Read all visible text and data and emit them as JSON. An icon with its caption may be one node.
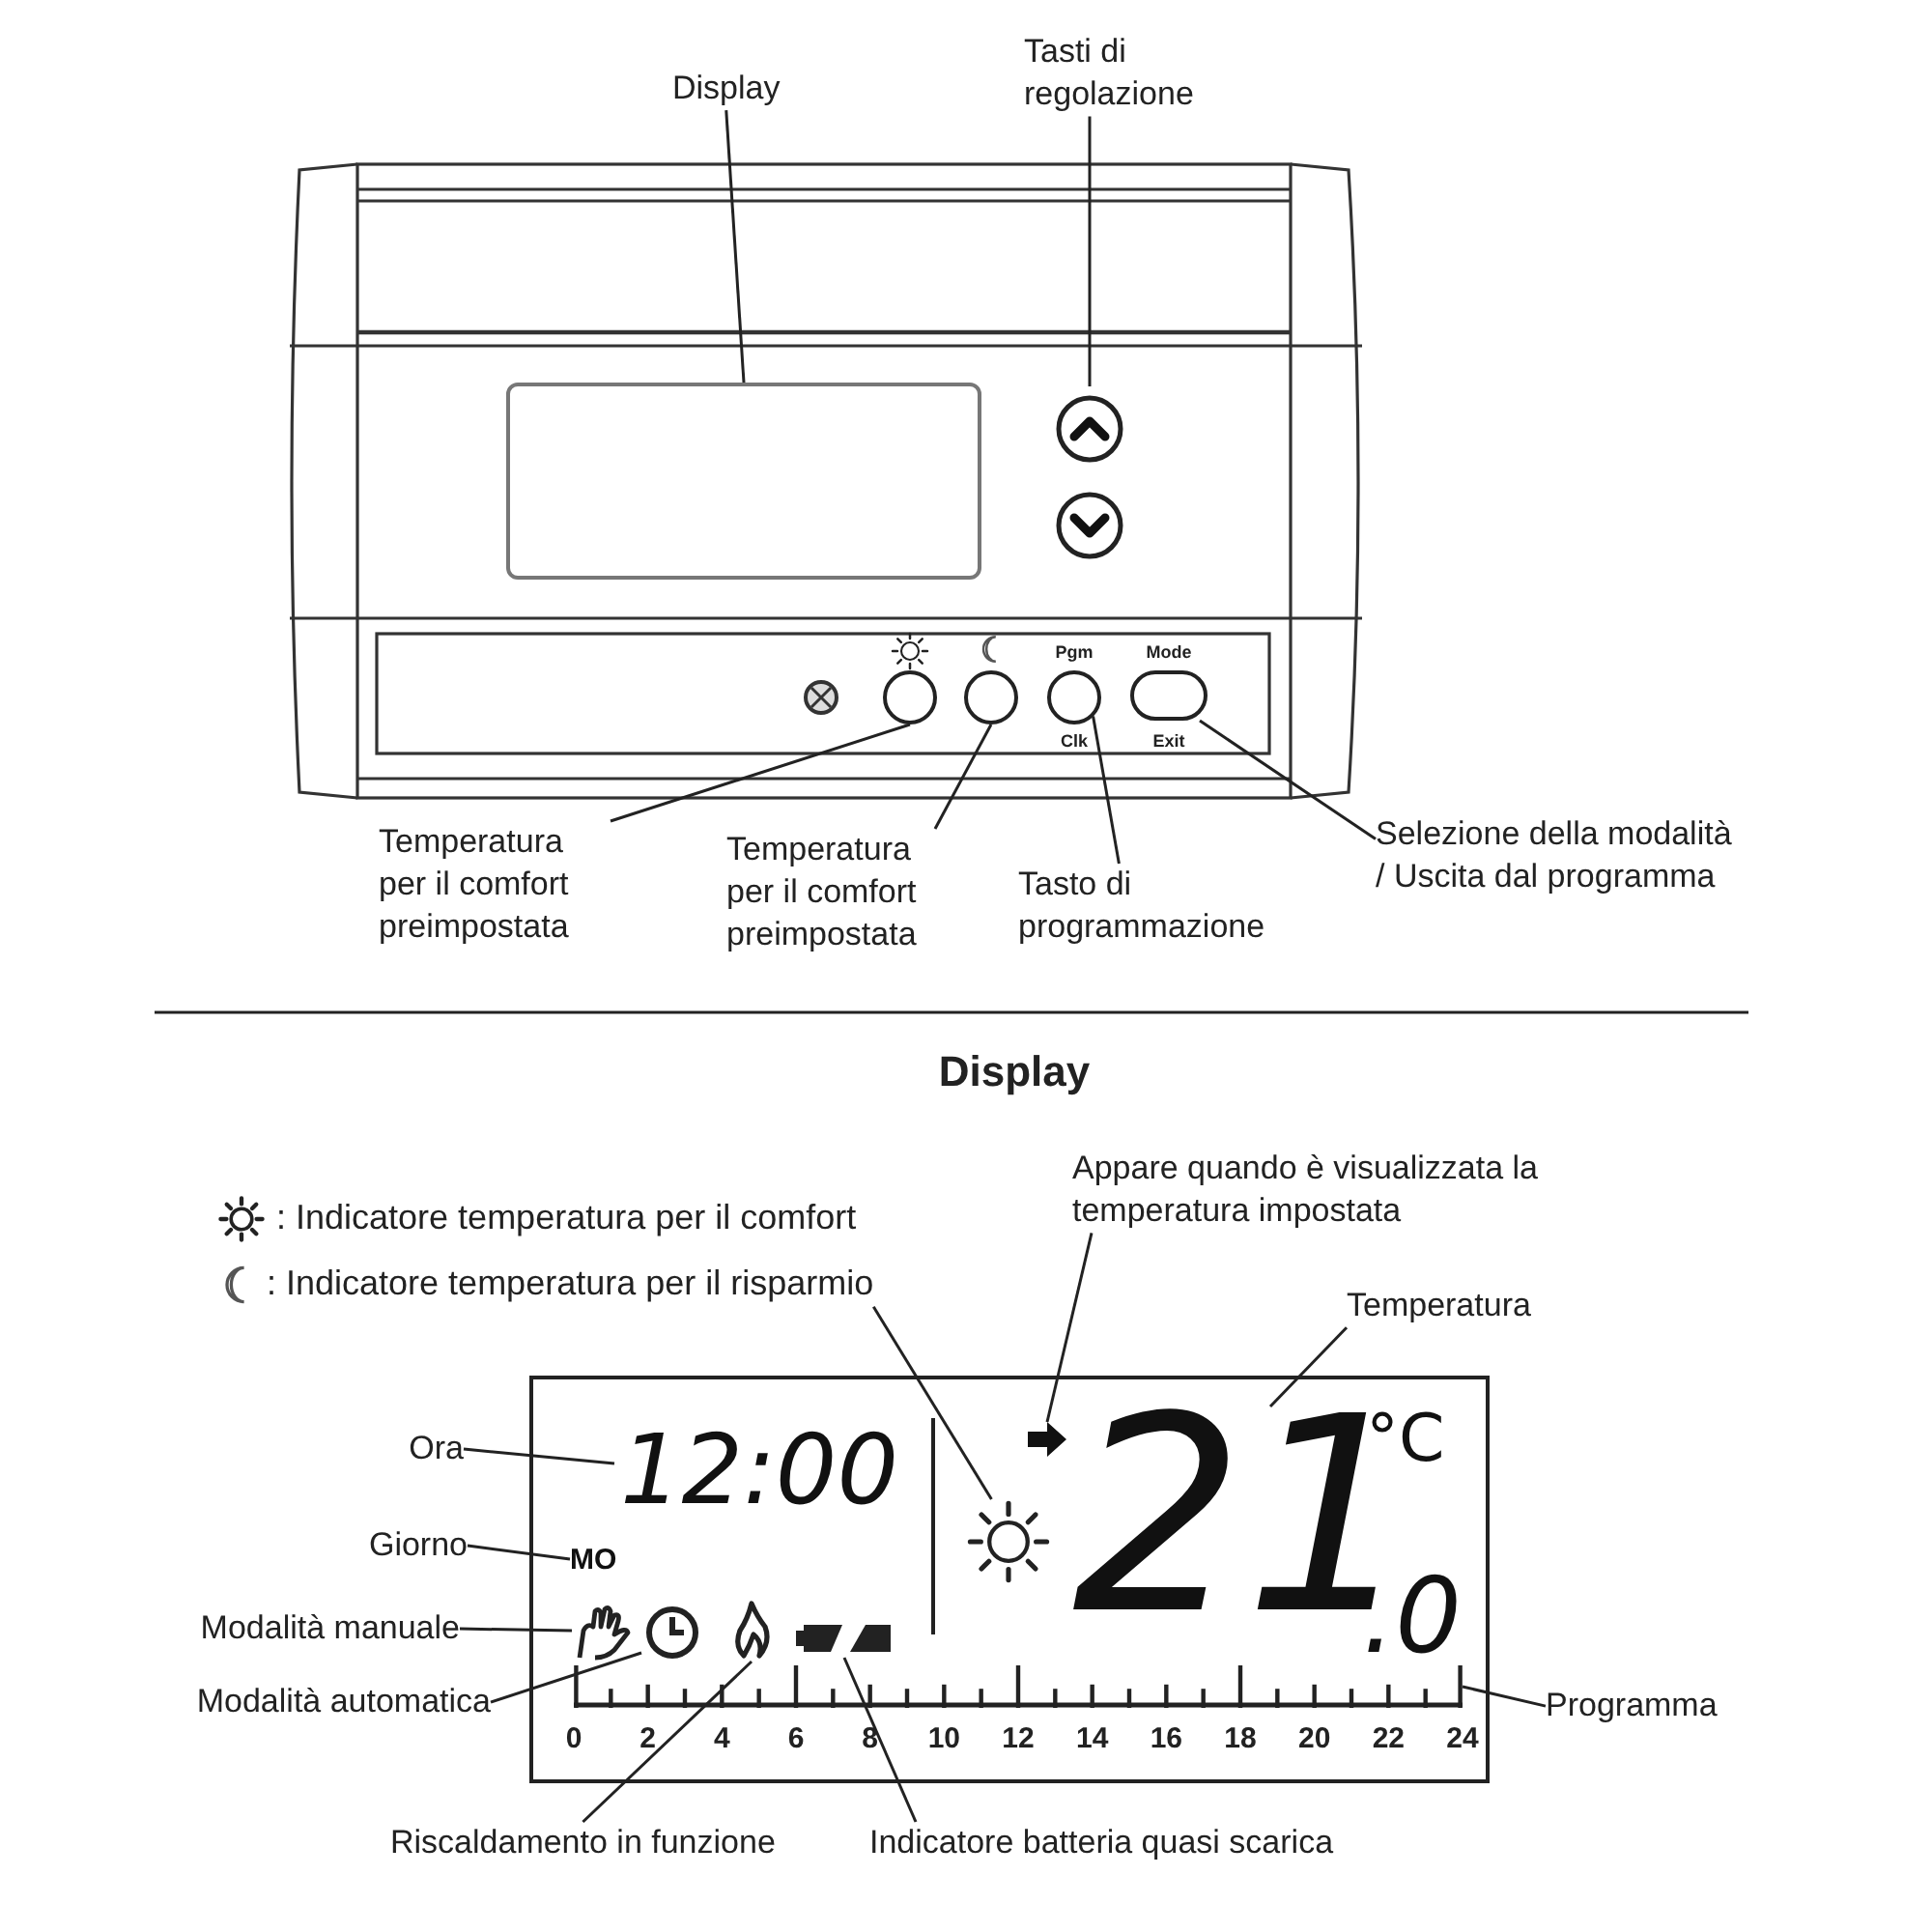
{
  "diagram": {
    "nodes": [
      {
        "text": [
          "Display"
        ]
      },
      {
        "text": [],
        "shape": "box"
      },
      {
        "text": [
          "Tasti di regolazione"
        ]
      },
      {
        "text": [],
        "shape": "circle"
      },
      {
        "text": [],
        "shape": "circle"
      },
      {
        "text": [],
        "shape": "circle"
      },
      {
        "text": [],
        "shape": "circle"
      },
      {
        "text": [],
        "shape": "circle",
        "beside": [
          "Pgm",
          "Clk"
        ]
      },
      {
        "text": [],
        "shape": "ellipse",
        "beside": [
          "Mode",
          "Exit"
        ]
      },
      {
        "text": [
          "Temperatura per il comfort preimpostata"
        ]
      },
      {
        "text": [
          "Temperatura per il comfort preimpostata"
        ]
      },
      {
        "text": [
          "Tasto di programmazione"
        ]
      },
      {
        "text": [
          "Selezione della modalità / Uscita dal programma"
        ]
      },
      {
        "text": [
          ": Indicatore temperatura per il comfort"
        ]
      },
      {
        "text": [
          ": Indicatore temperatura per il risparmio"
        ]
      },
      {
        "text": [
          "Appare quando è visualizzata la temperatura impostata"
        ]
      },
      {
        "text": [
          "Temperatura"
        ]
      },
      {
        "text": [
          "Ora"
        ]
      },
      {
        "text": [
          "Giorno"
        ]
      },
      {
        "text": [
          "Modalità manuale"
        ]
      },
      {
        "text": [
          "Modalità automatica"
        ]
      },
      {
        "text": [
          "Riscaldamento in funzione"
        ]
      },
      {
        "text": [
          "Indicatore batteria quasi scarica"
        ]
      },
      {
        "text": [
          "Programma"
        ]
      },
      {
        "text": [
          "12:00"
        ]
      },
      {
        "text": [
          "MO"
        ]
      },
      {
        "text": [],
        "shape": "hand"
      },
      {
        "text": [],
        "shape": "clock"
      },
      {
        "text": [],
        "shape": "flame"
      },
      {
        "text": [],
        "shape": "battery"
      },
      {
        "text": [],
        "shape": "sun"
      },
      {
        "text": [],
        "shape": "arrow"
      },
      {
        "text": [
          "21",
          "°C",
          ".0"
        ]
      },
      {
        "text": [],
        "shape": "bar",
        "beside": [
          "0",
          "2",
          "4",
          "6",
          "8",
          "10",
          "12",
          "14",
          "16",
          "18",
          "20",
          "22",
          "24"
        ]
      }
    ],
    "edges": [
      {
        "from": 0,
        "to": 1,
        "arrow": "none"
      },
      {
        "from": 2,
        "to": 3,
        "arrow": "none"
      },
      {
        "from": 9,
        "to": 5,
        "arrow": "none"
      },
      {
        "from": 10,
        "to": 6,
        "arrow": "none"
      },
      {
        "from": 11,
        "to": 7,
        "arrow": "none"
      },
      {
        "from": 12,
        "to": 8,
        "arrow": "none"
      },
      {
        "from": 14,
        "to": 30,
        "arrow": "none"
      },
      {
        "from": 15,
        "to": 31,
        "arrow": "none"
      },
      {
        "from": 16,
        "to": 32,
        "arrow": "none"
      },
      {
        "from": 17,
        "to": 24,
        "arrow": "none"
      },
      {
        "from": 18,
        "to": 25,
        "arrow": "none"
      },
      {
        "from": 19,
        "to": 26,
        "arrow": "none"
      },
      {
        "from": 20,
        "to": 27,
        "arrow": "none"
      },
      {
        "from": 21,
        "to": 28,
        "arrow": "none"
      },
      {
        "from": 22,
        "to": 29,
        "arrow": "none"
      },
      {
        "from": 23,
        "to": 33,
        "arrow": "none"
      }
    ],
    "labels": [
      "Display"
    ]
  }
}
